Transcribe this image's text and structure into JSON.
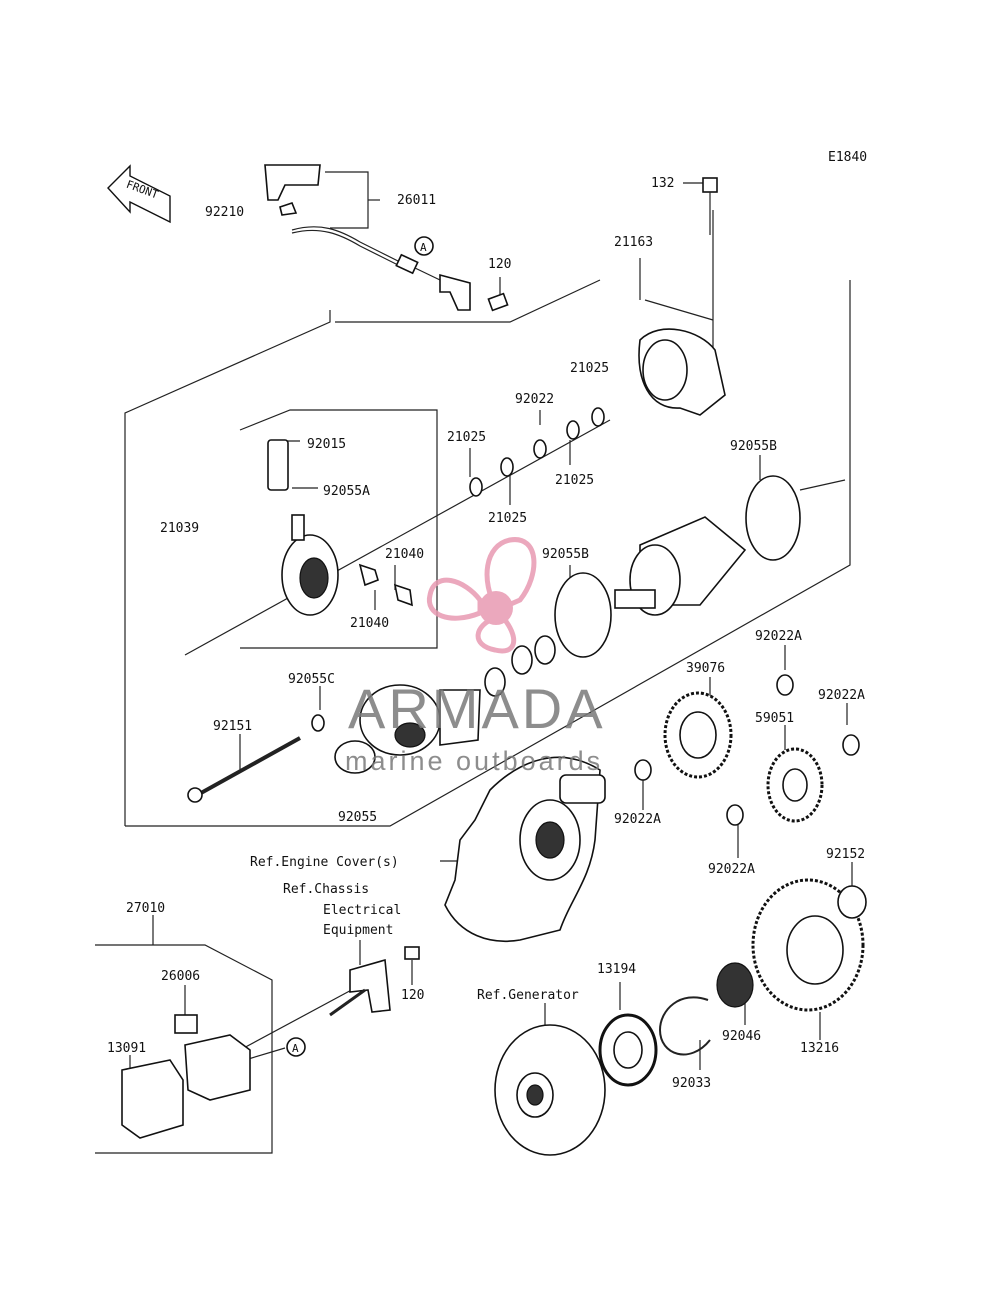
{
  "diagram": {
    "code": "E1840",
    "front": "FRONT",
    "watermark": {
      "brand": "ARMADA",
      "tagline": "marine outboards",
      "accent": "#e89ab2",
      "text_color": "#7a7a7a"
    },
    "callout_a": "A",
    "parts": {
      "p132": "132",
      "p21163": "21163",
      "p92210": "92210",
      "p26011": "26011",
      "p120a": "120",
      "p21025a": "21025",
      "p92022": "92022",
      "p92015": "92015",
      "p21025b": "21025",
      "p92055b1": "92055B",
      "p92055a": "92055A",
      "p21025c": "21025",
      "p21025d": "21025",
      "p21039": "21039",
      "p21040a": "21040",
      "p92055b2": "92055B",
      "p21040b": "21040",
      "p92022a1": "92022A",
      "p39076": "39076",
      "p92055c": "92055C",
      "p92022a2": "92022A",
      "p59051": "59051",
      "p92151": "92151",
      "p92022a3": "92022A",
      "p92055": "92055",
      "p92022a4": "92022A",
      "p92152": "92152",
      "p27010": "27010",
      "p26006": "26006",
      "p13194": "13194",
      "p13091": "13091",
      "p120b": "120",
      "p92046": "92046",
      "p13216": "13216",
      "p92033": "92033"
    },
    "refs": {
      "engine_cover": "Ref.Engine Cover(s)",
      "chassis1": "Ref.Chassis",
      "chassis2": "Electrical",
      "chassis3": "Equipment",
      "generator": "Ref.Generator"
    }
  }
}
